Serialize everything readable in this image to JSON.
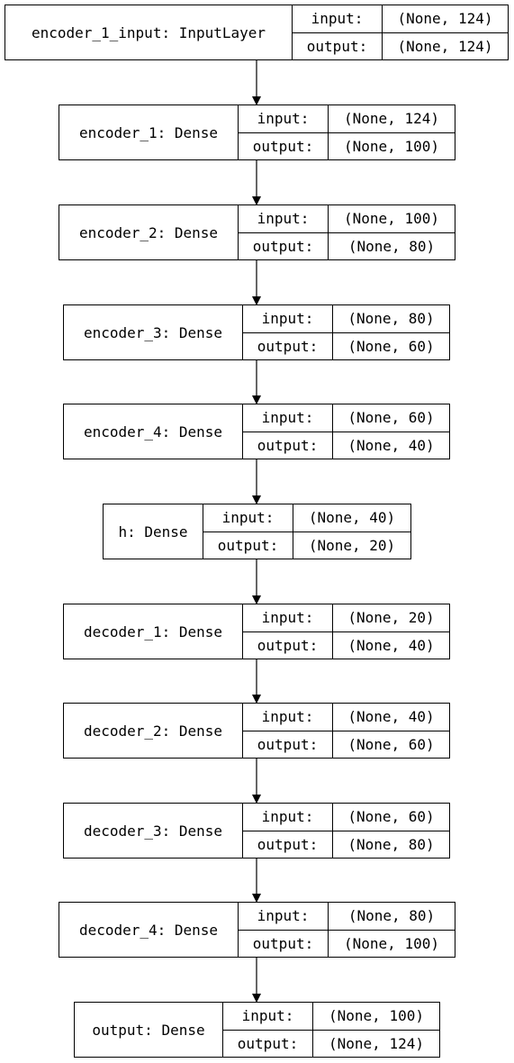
{
  "layers": [
    {
      "id": "encoder_1_input",
      "label": "encoder_1_input: InputLayer",
      "input_key": "input:",
      "input_shape": "(None, 124)",
      "output_key": "output:",
      "output_shape": "(None, 124)"
    },
    {
      "id": "encoder_1",
      "label": "encoder_1: Dense",
      "input_key": "input:",
      "input_shape": "(None, 124)",
      "output_key": "output:",
      "output_shape": "(None, 100)"
    },
    {
      "id": "encoder_2",
      "label": "encoder_2: Dense",
      "input_key": "input:",
      "input_shape": "(None, 100)",
      "output_key": "output:",
      "output_shape": "(None, 80)"
    },
    {
      "id": "encoder_3",
      "label": "encoder_3: Dense",
      "input_key": "input:",
      "input_shape": "(None, 80)",
      "output_key": "output:",
      "output_shape": "(None, 60)"
    },
    {
      "id": "encoder_4",
      "label": "encoder_4: Dense",
      "input_key": "input:",
      "input_shape": "(None, 60)",
      "output_key": "output:",
      "output_shape": "(None, 40)"
    },
    {
      "id": "h",
      "label": "h: Dense",
      "input_key": "input:",
      "input_shape": "(None, 40)",
      "output_key": "output:",
      "output_shape": "(None, 20)"
    },
    {
      "id": "decoder_1",
      "label": "decoder_1: Dense",
      "input_key": "input:",
      "input_shape": "(None, 20)",
      "output_key": "output:",
      "output_shape": "(None, 40)"
    },
    {
      "id": "decoder_2",
      "label": "decoder_2: Dense",
      "input_key": "input:",
      "input_shape": "(None, 40)",
      "output_key": "output:",
      "output_shape": "(None, 60)"
    },
    {
      "id": "decoder_3",
      "label": "decoder_3: Dense",
      "input_key": "input:",
      "input_shape": "(None, 60)",
      "output_key": "output:",
      "output_shape": "(None, 80)"
    },
    {
      "id": "decoder_4",
      "label": "decoder_4: Dense",
      "input_key": "input:",
      "input_shape": "(None, 80)",
      "output_key": "output:",
      "output_shape": "(None, 100)"
    },
    {
      "id": "output",
      "label": "output: Dense",
      "input_key": "input:",
      "input_shape": "(None, 100)",
      "output_key": "output:",
      "output_shape": "(None, 124)"
    }
  ]
}
